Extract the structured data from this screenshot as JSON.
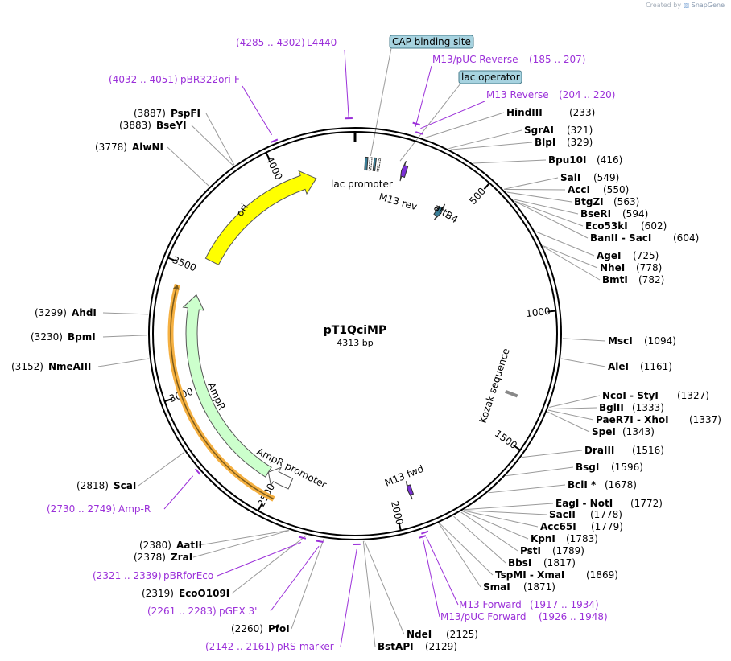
{
  "credit": {
    "created_by": "Created by",
    "brand": "SnapGene"
  },
  "plasmid": {
    "name": "pT1QciMP",
    "length_label": "4313 bp",
    "length": 4313
  },
  "ticks": [
    "500",
    "1000",
    "1500",
    "2000",
    "2500",
    "3000",
    "3500",
    "4000"
  ],
  "features": [
    {
      "name": "ori",
      "start": 3556,
      "end": 4145,
      "color": "#ffff00",
      "strand": 1,
      "label": "ori"
    },
    {
      "name": "AmpR",
      "start": 2540,
      "end": 3400,
      "color": "#ccffcc",
      "strand": 1,
      "label": "AmpR"
    },
    {
      "name": "AmpR promoter",
      "start": 2435,
      "end": 2540,
      "color": "#ffffff",
      "strand": 1,
      "label": "AmpR promoter"
    },
    {
      "name": "lac promoter",
      "start": 30,
      "end": 60,
      "color": "#3a7f99",
      "strand": -1,
      "label": "lac promoter"
    },
    {
      "name": "M13 rev",
      "start": 190,
      "end": 210,
      "color": "#7b2fd6",
      "strand": -1,
      "label": "M13 rev"
    },
    {
      "name": "attB4",
      "start": 400,
      "end": 425,
      "color": "#3a7f99",
      "strand": 1,
      "label": "attB4"
    },
    {
      "name": "Kozak sequence",
      "start": 1330,
      "end": 1340,
      "color": "#bbbbbb",
      "strand": 1,
      "label": "Kozak sequence"
    },
    {
      "name": "M13 fwd",
      "start": 1917,
      "end": 1934,
      "color": "#7b2fd6",
      "strand": 1,
      "label": "M13 fwd"
    }
  ],
  "highlighted_orf": {
    "start": 2470,
    "end": 3420,
    "color": "#f5b041"
  },
  "box_labels": [
    "CAP binding site",
    "lac operator"
  ],
  "primers": [
    {
      "range": "(4285 .. 4302)",
      "name": "L4440"
    },
    {
      "range": "(185 .. 207)",
      "name": "M13/pUC Reverse"
    },
    {
      "range": "(204 .. 220)",
      "name": "M13 Reverse"
    },
    {
      "range": "(4032 .. 4051)",
      "name": "pBR322ori-F"
    },
    {
      "range": "(2730 .. 2749)",
      "name": "Amp-R"
    },
    {
      "range": "(2321 .. 2339)",
      "name": "pBRforEco"
    },
    {
      "range": "(2261 .. 2283)",
      "name": "pGEX 3'"
    },
    {
      "range": "(2142 .. 2161)",
      "name": "pRS-marker"
    },
    {
      "range": "(1917 .. 1934)",
      "name": "M13 Forward"
    },
    {
      "range": "(1926 .. 1948)",
      "name": "M13/pUC Forward"
    }
  ],
  "sites_right": [
    {
      "name": "HindIII",
      "pos": "(233)"
    },
    {
      "name": "SgrAI",
      "pos": "(321)"
    },
    {
      "name": "BlpI",
      "pos": "(329)"
    },
    {
      "name": "Bpu10I",
      "pos": "(416)"
    },
    {
      "name": "SalI",
      "pos": "(549)"
    },
    {
      "name": "AccI",
      "pos": "(550)"
    },
    {
      "name": "BtgZI",
      "pos": "(563)"
    },
    {
      "name": "BseRI",
      "pos": "(594)"
    },
    {
      "name": "Eco53kI",
      "pos": "(602)"
    },
    {
      "name": "BanII  - SacI",
      "pos": "(604)"
    },
    {
      "name": "AgeI",
      "pos": "(725)"
    },
    {
      "name": "NheI",
      "pos": "(778)"
    },
    {
      "name": "BmtI",
      "pos": "(782)"
    },
    {
      "name": "MscI",
      "pos": "(1094)"
    },
    {
      "name": "AleI",
      "pos": "(1161)"
    },
    {
      "name": "NcoI  - StyI",
      "pos": "(1327)"
    },
    {
      "name": "BglII",
      "pos": "(1333)"
    },
    {
      "name": "PaeR7I  - XhoI",
      "pos": "(1337)"
    },
    {
      "name": "SpeI",
      "pos": "(1343)"
    },
    {
      "name": "DraIII",
      "pos": "(1516)"
    },
    {
      "name": "BsgI",
      "pos": "(1596)"
    },
    {
      "name": "BclI *",
      "pos": "(1678)"
    },
    {
      "name": "EagI  - NotI",
      "pos": "(1772)"
    },
    {
      "name": "SacII",
      "pos": "(1778)"
    },
    {
      "name": "Acc65I",
      "pos": "(1779)"
    },
    {
      "name": "KpnI",
      "pos": "(1783)"
    },
    {
      "name": "PstI",
      "pos": "(1789)"
    },
    {
      "name": "BbsI",
      "pos": "(1817)"
    },
    {
      "name": "TspMI  - XmaI",
      "pos": "(1869)"
    },
    {
      "name": "SmaI",
      "pos": "(1871)"
    }
  ],
  "sites_bottom": [
    {
      "name": "NdeI",
      "pos": "(2125)"
    },
    {
      "name": "BstAPI",
      "pos": "(2129)"
    },
    {
      "name": "PfoI",
      "pos": "(2260)"
    },
    {
      "name": "EcoO109I",
      "pos": "(2319)"
    },
    {
      "name": "ZraI",
      "pos": "(2378)"
    },
    {
      "name": "AatII",
      "pos": "(2380)"
    }
  ],
  "sites_left": [
    {
      "name": "ScaI",
      "pos": "(2818)"
    },
    {
      "name": "NmeAIII",
      "pos": "(3152)"
    },
    {
      "name": "BpmI",
      "pos": "(3230)"
    },
    {
      "name": "AhdI",
      "pos": "(3299)"
    },
    {
      "name": "AlwNI",
      "pos": "(3778)"
    },
    {
      "name": "BseYI",
      "pos": "(3883)"
    },
    {
      "name": "PspFI",
      "pos": "(3887)"
    }
  ]
}
